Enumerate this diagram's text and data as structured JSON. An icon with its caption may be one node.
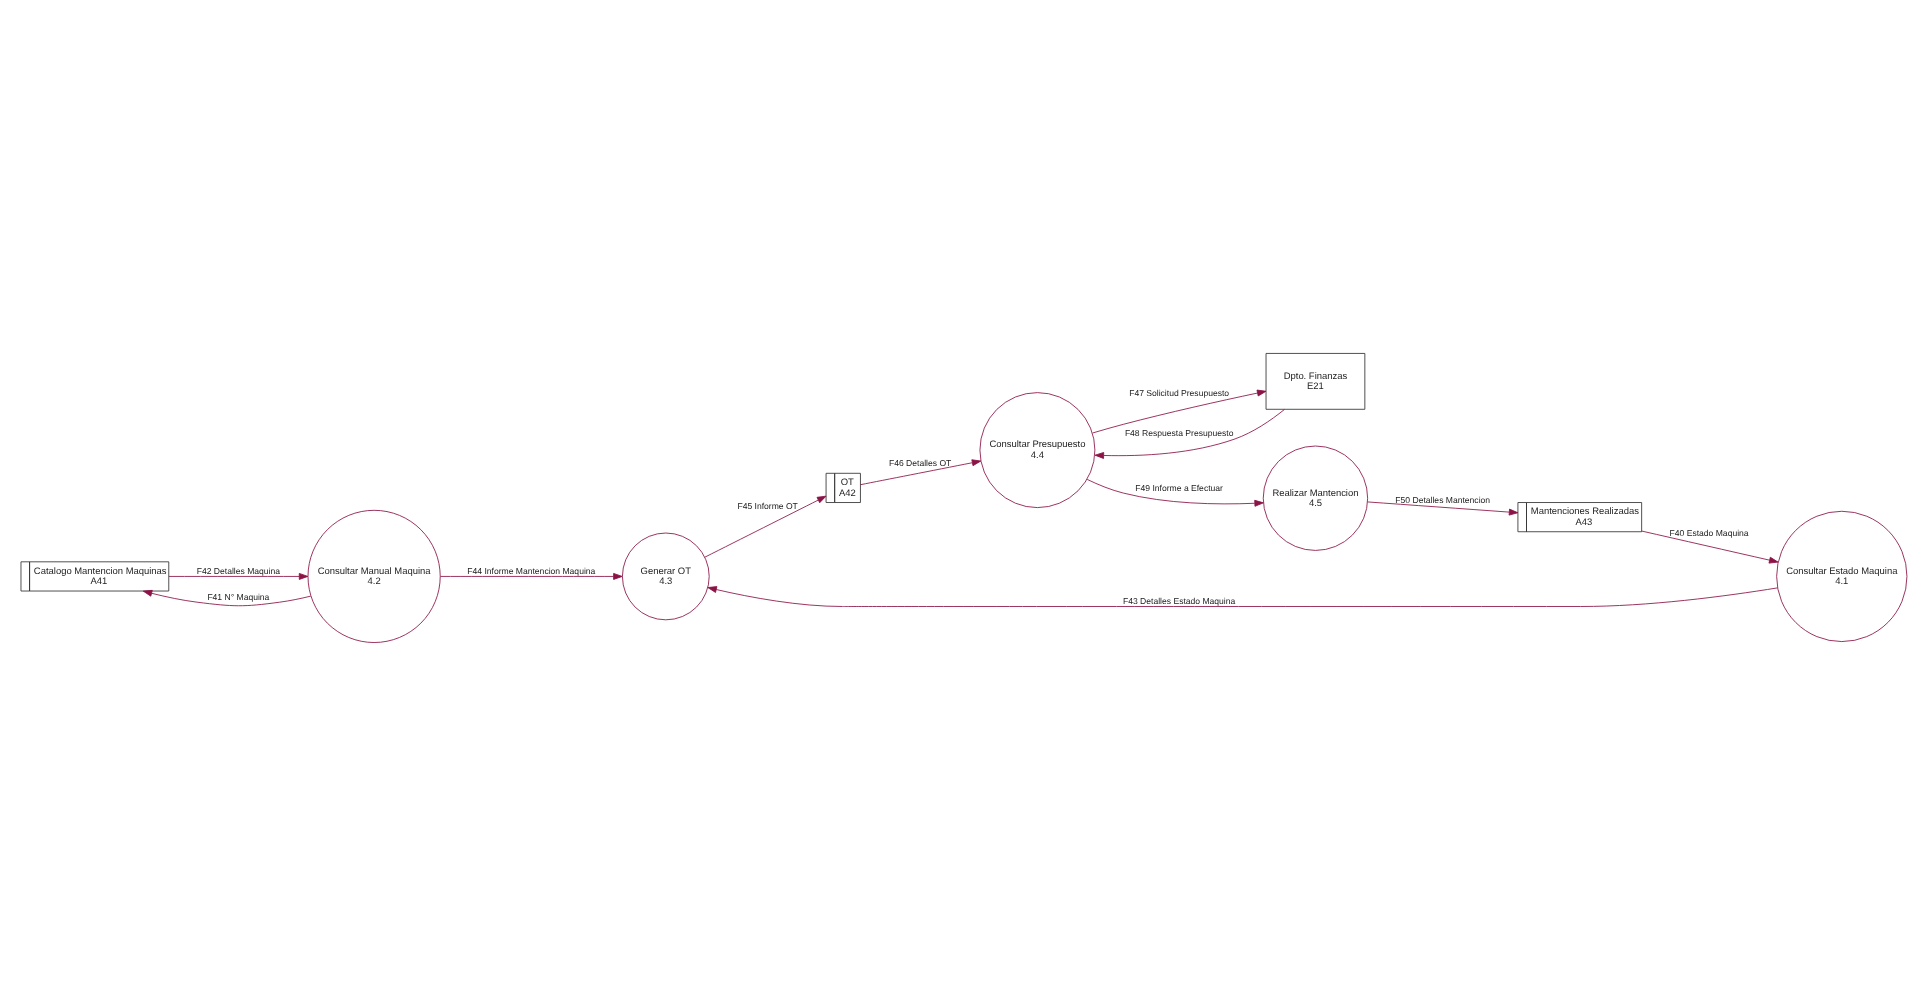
{
  "diagram": {
    "nodes": [
      {
        "text": [
          "Catalogo Mantencion Maquinas",
          "A41"
        ]
      },
      {
        "text": [
          "Dpto. Finanzas",
          "E21"
        ]
      },
      {
        "text": [
          "OT",
          "A42"
        ]
      },
      {
        "text": [
          "Consultar Manual Maquina",
          "4.2"
        ]
      },
      {
        "text": [
          "Consultar Presupuesto",
          "4.4"
        ]
      },
      {
        "text": [
          "Generar OT",
          "4.3"
        ]
      },
      {
        "text": [
          "Consultar Estado Maquina",
          "4.1"
        ]
      },
      {
        "text": [
          "Mantenciones Realizadas",
          "A43"
        ]
      },
      {
        "text": [
          "Realizar Mantencion",
          "4.5"
        ]
      }
    ],
    "edges": [
      {
        "from": 3,
        "to": 0,
        "arrow": "to",
        "label": "F41 N° Maquina"
      },
      {
        "from": 0,
        "to": 3,
        "arrow": "to",
        "label": "F42 Detalles Maquina"
      },
      {
        "from": 3,
        "to": 5,
        "arrow": "to",
        "label": "F44 Informe Mantencion Maquina"
      },
      {
        "from": 6,
        "to": 5,
        "arrow": "to",
        "label": "F43 Detalles Estado Maquina"
      },
      {
        "from": 5,
        "to": 2,
        "arrow": "to",
        "label": "F45 Informe OT"
      },
      {
        "from": 2,
        "to": 4,
        "arrow": "to",
        "label": "F46 Detalles OT"
      },
      {
        "from": 4,
        "to": 1,
        "arrow": "to",
        "label": "F47 Solicitud Presupuesto"
      },
      {
        "from": 1,
        "to": 4,
        "arrow": "to",
        "label": "F48 Respuesta Presupuesto"
      },
      {
        "from": 4,
        "to": 8,
        "arrow": "to",
        "label": "F49 Informe a Efectuar"
      },
      {
        "from": 8,
        "to": 7,
        "arrow": "to",
        "label": "F50 Detalles Mantencion"
      },
      {
        "from": 7,
        "to": 6,
        "arrow": "to",
        "label": "F40 Estado Maquina"
      }
    ]
  }
}
